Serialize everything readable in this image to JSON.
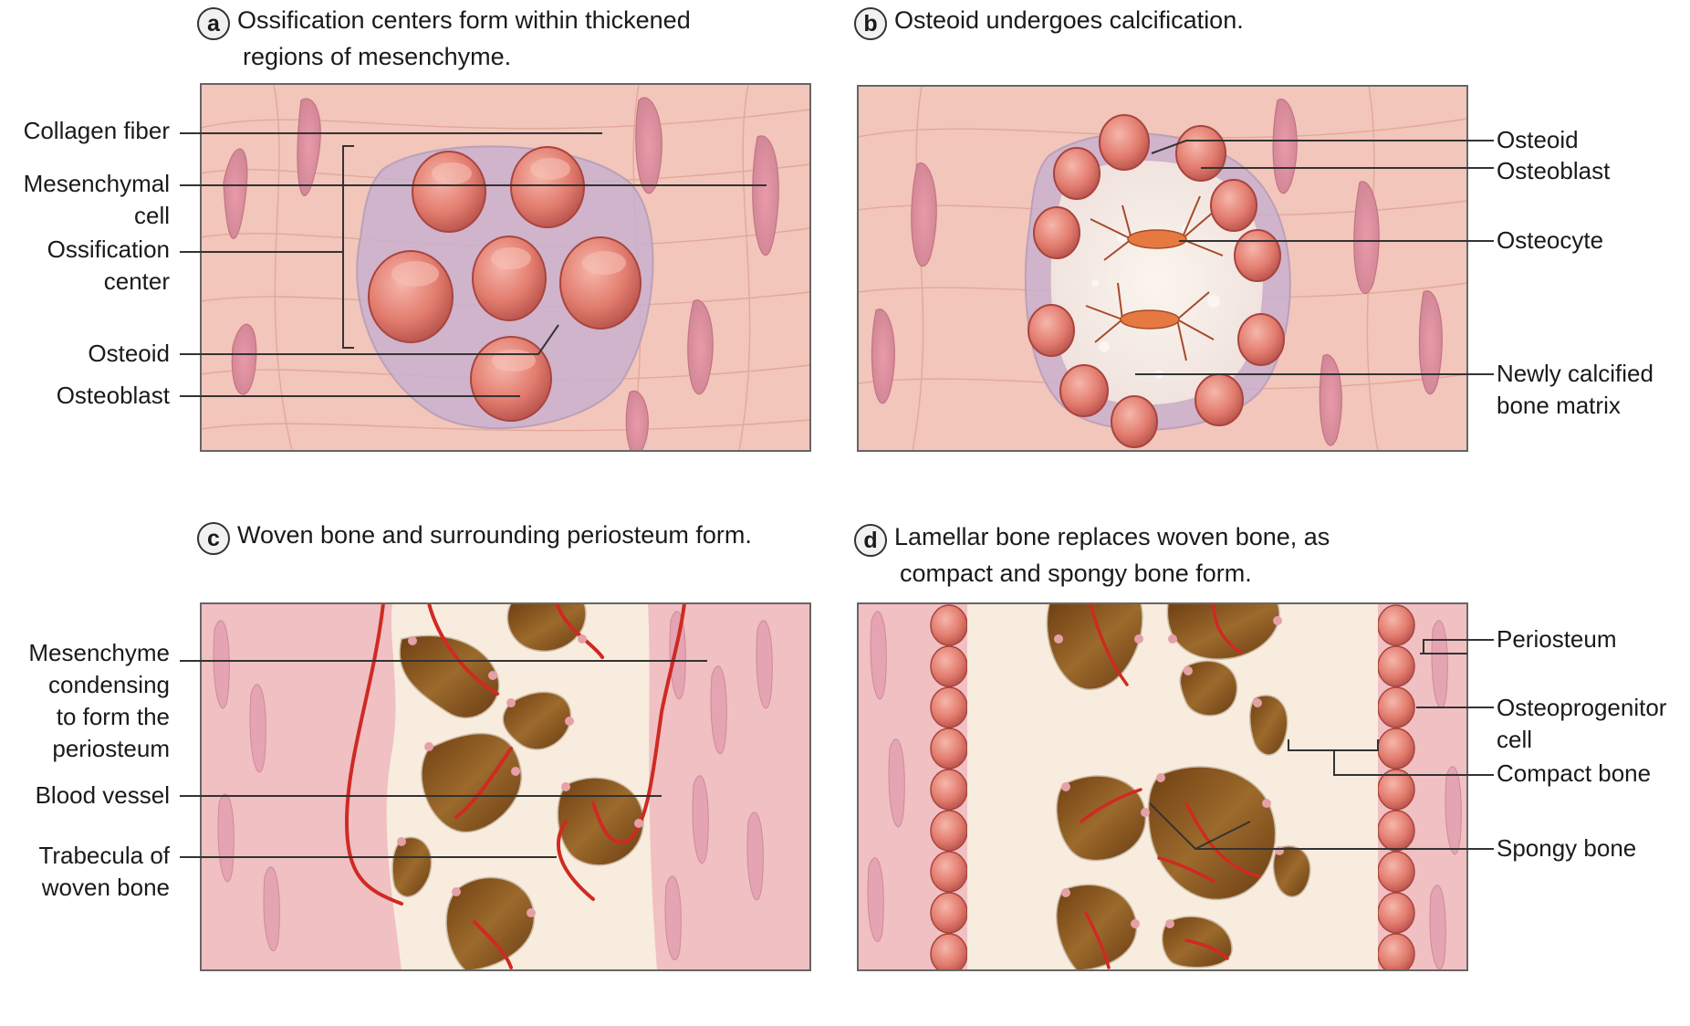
{
  "panels": {
    "a": {
      "letter": "a",
      "caption_line1": "Ossification centers form within thickened",
      "caption_line2": "regions of mesenchyme.",
      "labels": {
        "collagen_fiber": "Collagen fiber",
        "mesenchymal_cell_1": "Mesenchymal",
        "mesenchymal_cell_2": "cell",
        "ossification_center_1": "Ossification",
        "ossification_center_2": "center",
        "osteoid": "Osteoid",
        "osteoblast": "Osteoblast"
      }
    },
    "b": {
      "letter": "b",
      "caption_line1": "Osteoid undergoes calcification.",
      "labels": {
        "osteoid": "Osteoid",
        "osteoblast": "Osteoblast",
        "osteocyte": "Osteocyte",
        "newly_calcified_1": "Newly calcified",
        "newly_calcified_2": "bone matrix"
      }
    },
    "c": {
      "letter": "c",
      "caption_line1": "Woven bone and surrounding periosteum form.",
      "labels": {
        "mesenchyme_1": "Mesenchyme",
        "mesenchyme_2": "condensing",
        "mesenchyme_3": "to form the",
        "mesenchyme_4": "periosteum",
        "blood_vessel": "Blood vessel",
        "trabecula_1": "Trabecula of",
        "trabecula_2": "woven bone"
      }
    },
    "d": {
      "letter": "d",
      "caption_line1": "Lamellar bone replaces woven bone, as",
      "caption_line2": "compact and spongy bone form.",
      "labels": {
        "periosteum": "Periosteum",
        "osteoprogenitor_1": "Osteoprogenitor",
        "osteoprogenitor_2": "cell",
        "compact_bone": "Compact bone",
        "spongy_bone": "Spongy bone"
      }
    }
  },
  "colors": {
    "tissue": "#f2c4b8",
    "tissue_dark": "#e3a79b",
    "cell": "#d98a98",
    "osteoblast": "#e06f62",
    "osteoid": "#c7b1cd",
    "bone": "#f7eee0",
    "marrow": "#8a5a22",
    "vessel": "#cc2a23",
    "leader": "#333333"
  }
}
